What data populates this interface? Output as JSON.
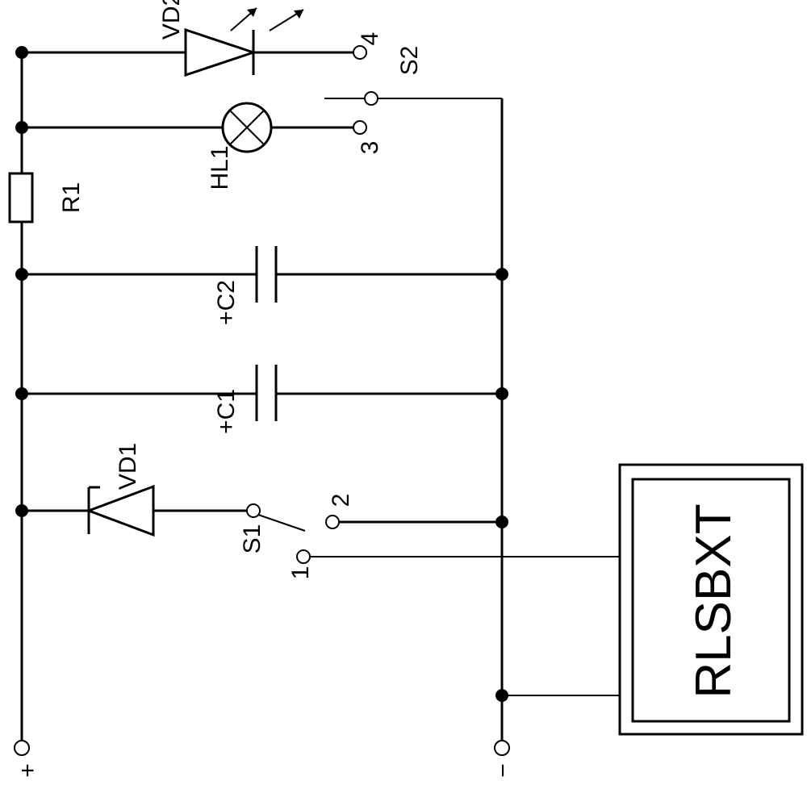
{
  "diagram": {
    "labels": {
      "vd2": "VD2",
      "vd1": "VD1",
      "s2": "S2",
      "s1": "S1",
      "hl1": "HL1",
      "r1": "R1",
      "c2": "+C2",
      "c1": "+C1",
      "t4": "4",
      "t3": "3",
      "t2": "2",
      "t1": "1",
      "plus": "+",
      "minus": "−",
      "block": "RLSBXT"
    }
  }
}
